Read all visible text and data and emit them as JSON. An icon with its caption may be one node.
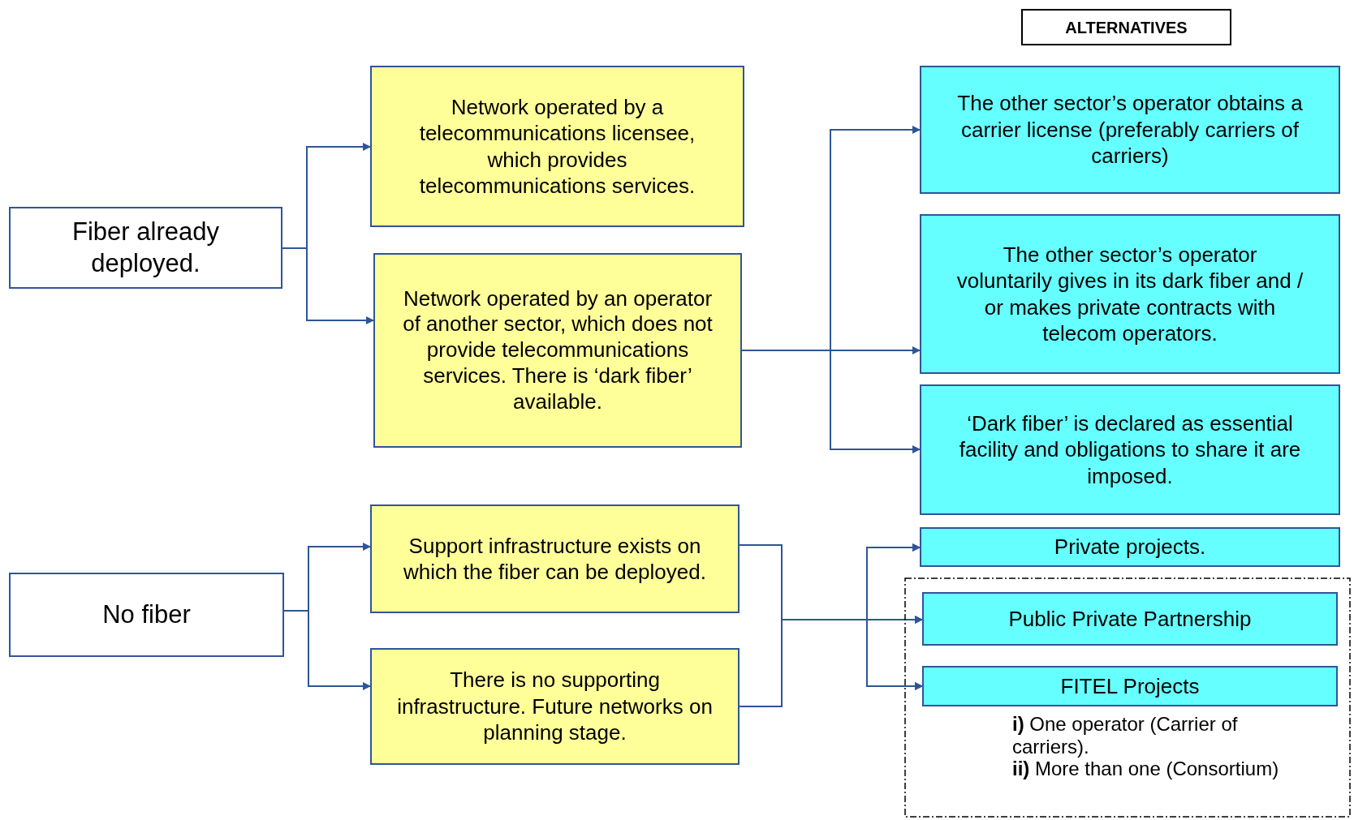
{
  "diagram": {
    "nodes": [
      {
        "text": [
          "ALTERNATIVES"
        ]
      },
      {
        "text": [
          "Fiber already deployed."
        ]
      },
      {
        "text": [
          "Network operated by a telecommunications licensee, which provides telecommunications services."
        ]
      },
      {
        "text": [
          "Network operated by an operator of another sector, which does not provide telecommunications services. There is ‘dark fiber’ available."
        ]
      },
      {
        "text": [
          "The other sector’s operator obtains a carrier license (preferably carriers of carriers)"
        ]
      },
      {
        "text": [
          "The other sector’s operator voluntarily gives in its dark fiber and / or makes private contracts with telecom operators."
        ]
      },
      {
        "text": [
          "‘Dark fiber’ is declared as essential facility and obligations to share it are imposed."
        ]
      },
      {
        "text": [
          "No fiber"
        ]
      },
      {
        "text": [
          "Support infrastructure exists on which the fiber can be deployed."
        ]
      },
      {
        "text": [
          "There is no supporting infrastructure. Future networks on planning stage."
        ]
      },
      {
        "text": [
          "Private projects."
        ]
      },
      {
        "text": [
          "**i)** One operator (Carrier of carriers).",
          "**ii)** More than one (Consortium)"
        ]
      },
      {
        "text": [
          "Public Private Partnership"
        ],
        "in": 11
      },
      {
        "text": [
          "FITEL Projects"
        ],
        "in": 11
      }
    ],
    "edges": [
      {
        "from": 1,
        "to": 2,
        "arrow": "to"
      },
      {
        "from": 1,
        "to": 3,
        "arrow": "to"
      },
      {
        "from": 3,
        "to": 4,
        "arrow": "to"
      },
      {
        "from": 3,
        "to": 5,
        "arrow": "to"
      },
      {
        "from": 3,
        "to": 6,
        "arrow": "to"
      },
      {
        "from": 7,
        "to": 8,
        "arrow": "to"
      },
      {
        "from": 7,
        "to": 9,
        "arrow": "to"
      },
      {
        "from": 8,
        "to": 10,
        "arrow": "to"
      },
      {
        "from": 8,
        "to": 12,
        "arrow": "to"
      },
      {
        "from": 8,
        "to": 13,
        "arrow": "to"
      },
      {
        "from": 9,
        "to": 10,
        "arrow": "to"
      },
      {
        "from": 9,
        "to": 12,
        "arrow": "to"
      },
      {
        "from": 9,
        "to": 13,
        "arrow": "to"
      }
    ]
  }
}
